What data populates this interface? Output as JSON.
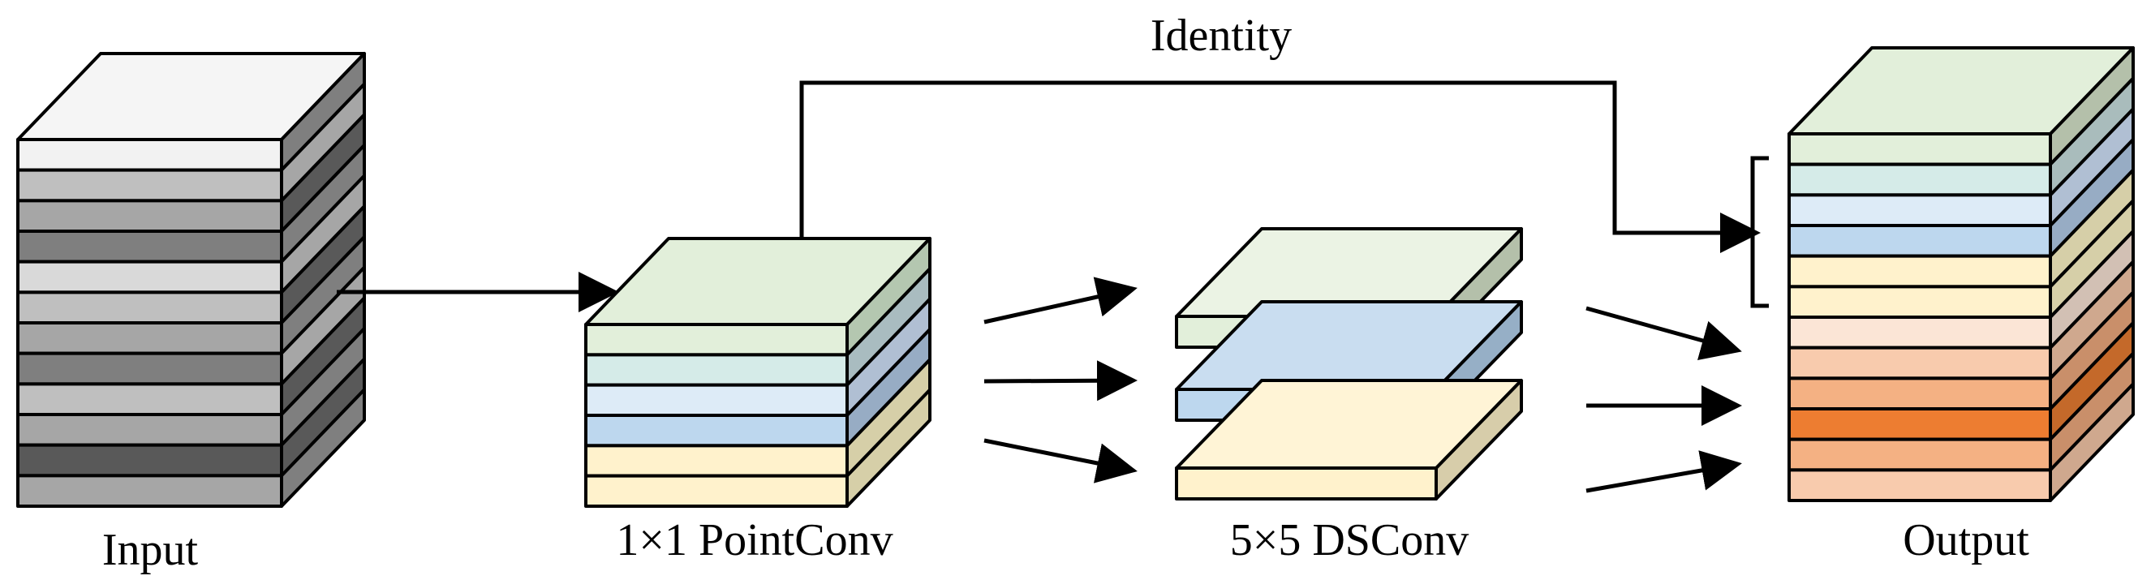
{
  "labels": {
    "identity": "Identity",
    "input": "Input",
    "pointconv": "1×1 PointConv",
    "dsconv": "5×5 DSConv",
    "output": "Output"
  },
  "blocks": {
    "input": {
      "top_color": "#f5f5f5",
      "layers": [
        "#f2f2f2",
        "#bfbfbf",
        "#a6a6a6",
        "#7f7f7f",
        "#d9d9d9",
        "#bfbfbf",
        "#a6a6a6",
        "#7f7f7f",
        "#bfbfbf",
        "#a6a6a6",
        "#595959",
        "#a6a6a6"
      ],
      "side_colors": [
        "#7f7f7f",
        "#a6a6a6",
        "#595959",
        "#7f7f7f",
        "#a6a6a6",
        "#595959",
        "#7f7f7f",
        "#a6a6a6",
        "#595959",
        "#7f7f7f",
        "#595959",
        "#7f7f7f"
      ]
    },
    "pointconv": {
      "top_color": "#e2efda",
      "layers": [
        "#e2efda",
        "#d5ebe8",
        "#ddebf7",
        "#bdd7ee",
        "#fff2cc",
        "#fff2cc"
      ],
      "side_colors": [
        "#b4c7b0",
        "#a9bcc0",
        "#b0bfd3",
        "#97acc4",
        "#d6cfa8",
        "#d6cfa8"
      ]
    },
    "dsconv": {
      "slabs": [
        {
          "front": "#e2efda",
          "top": "#ebf3e4",
          "side": "#b4c0aa"
        },
        {
          "front": "#bdd7ee",
          "top": "#c9ddf0",
          "side": "#96afc6"
        },
        {
          "front": "#fff2cc",
          "top": "#fff4d6",
          "side": "#d7cdaa"
        }
      ]
    },
    "output": {
      "top_color": "#e2efda",
      "layers": [
        "#e2efda",
        "#d5ebe8",
        "#ddebf7",
        "#bdd7ee",
        "#fff2cc",
        "#fff2cc",
        "#fbe5d6",
        "#f8cbad",
        "#f4b183",
        "#ed7d31",
        "#f4b183",
        "#f8cbad"
      ],
      "side_colors": [
        "#b4c0aa",
        "#a9bcbc",
        "#b0bfd3",
        "#97acc4",
        "#d6cfa8",
        "#d6cfa8",
        "#d2c0b4",
        "#cfa88e",
        "#c98f6a",
        "#c4692a",
        "#c98f6a",
        "#cfa88e"
      ]
    }
  }
}
